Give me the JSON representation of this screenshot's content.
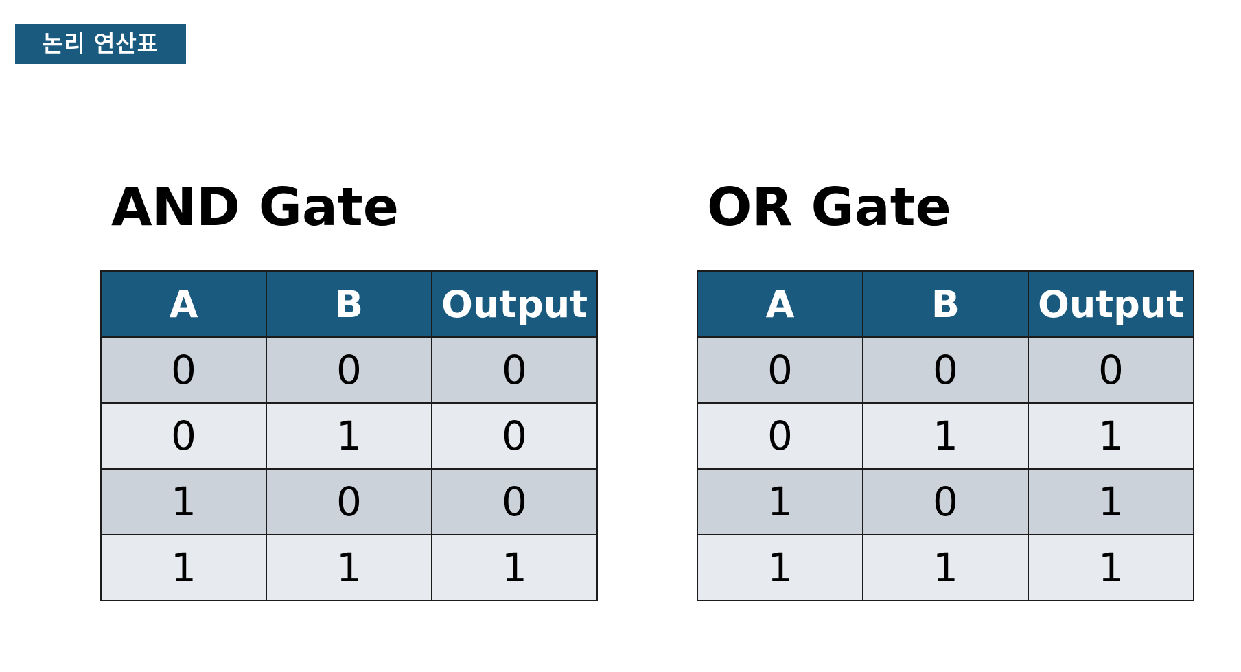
{
  "badge": {
    "label": "논리 연산표"
  },
  "colors": {
    "header_bg": "#1a5a7e",
    "row_dark": "#ccd2d9",
    "row_light": "#e7eaee",
    "border": "#1c1c1c"
  },
  "and_gate": {
    "title": "AND Gate",
    "headers": [
      "A",
      "B",
      "Output"
    ],
    "rows": [
      [
        "0",
        "0",
        "0"
      ],
      [
        "0",
        "1",
        "0"
      ],
      [
        "1",
        "0",
        "0"
      ],
      [
        "1",
        "1",
        "1"
      ]
    ]
  },
  "or_gate": {
    "title": "OR Gate",
    "headers": [
      "A",
      "B",
      "Output"
    ],
    "rows": [
      [
        "0",
        "0",
        "0"
      ],
      [
        "0",
        "1",
        "1"
      ],
      [
        "1",
        "0",
        "1"
      ],
      [
        "1",
        "1",
        "1"
      ]
    ]
  }
}
